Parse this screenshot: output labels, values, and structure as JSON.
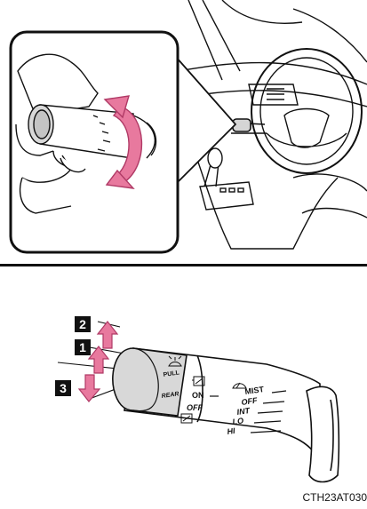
{
  "figure_code": "CTH23AT030",
  "steps": [
    {
      "num": "2"
    },
    {
      "num": "1"
    },
    {
      "num": "3"
    }
  ],
  "lever": {
    "pull_label": "PULL",
    "rear_label": "REAR",
    "rear_positions": [
      "ON",
      "OFF"
    ],
    "front_positions": [
      "MIST",
      "OFF",
      "INT",
      "LO",
      "HI"
    ]
  },
  "colors": {
    "rotation_arrow": "#e8799e",
    "rotation_arrow_edge": "#b03a66",
    "step_arrow": "#e8799e",
    "line": "#111111"
  },
  "icons": {
    "washer": "washer-icon",
    "rear_wiper": "rear-wiper-icon",
    "front_wiper": "front-wiper-icon"
  }
}
